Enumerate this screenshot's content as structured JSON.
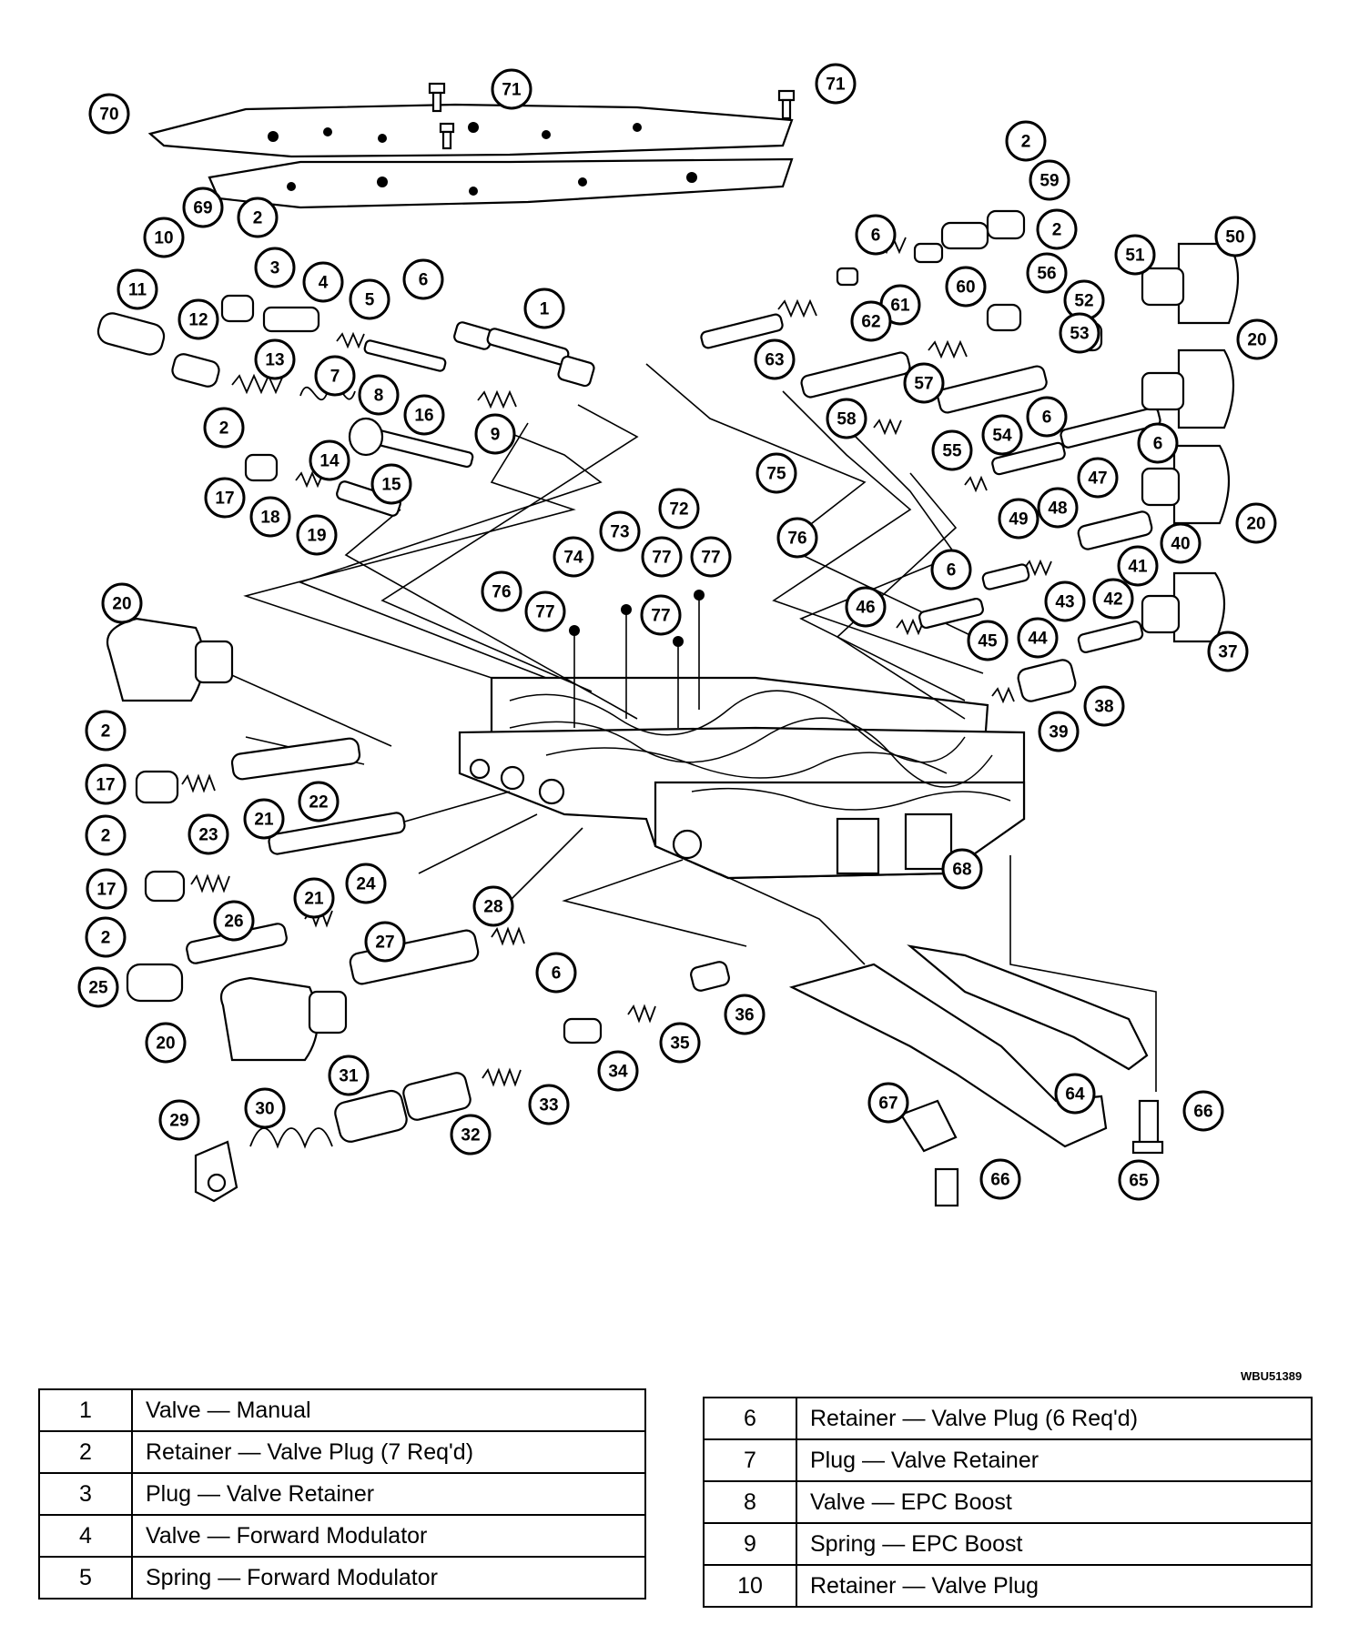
{
  "drawing_code": "WBU51389",
  "callouts": [
    "1",
    "2",
    "3",
    "4",
    "5",
    "6",
    "7",
    "8",
    "9",
    "10",
    "11",
    "12",
    "13",
    "14",
    "15",
    "16",
    "17",
    "18",
    "19",
    "20",
    "21",
    "22",
    "23",
    "24",
    "25",
    "26",
    "27",
    "28",
    "29",
    "30",
    "31",
    "32",
    "33",
    "34",
    "35",
    "36",
    "37",
    "38",
    "39",
    "40",
    "41",
    "42",
    "43",
    "44",
    "45",
    "46",
    "47",
    "48",
    "49",
    "50",
    "51",
    "52",
    "53",
    "54",
    "55",
    "56",
    "57",
    "58",
    "59",
    "60",
    "61",
    "62",
    "63",
    "64",
    "65",
    "66",
    "67",
    "68",
    "69",
    "70",
    "71",
    "72",
    "73",
    "74",
    "75",
    "76",
    "77"
  ],
  "legend_left": [
    {
      "num": "1",
      "desc": "Valve — Manual"
    },
    {
      "num": "2",
      "desc": "Retainer — Valve Plug (7 Req'd)"
    },
    {
      "num": "3",
      "desc": "Plug — Valve Retainer"
    },
    {
      "num": "4",
      "desc": "Valve — Forward Modulator"
    },
    {
      "num": "5",
      "desc": "Spring — Forward Modulator"
    }
  ],
  "legend_right": [
    {
      "num": "6",
      "desc": "Retainer — Valve Plug (6 Req'd)"
    },
    {
      "num": "7",
      "desc": "Plug — Valve Retainer"
    },
    {
      "num": "8",
      "desc": "Valve — EPC Boost"
    },
    {
      "num": "9",
      "desc": "Spring — EPC Boost"
    },
    {
      "num": "10",
      "desc": "Retainer — Valve Plug"
    }
  ]
}
